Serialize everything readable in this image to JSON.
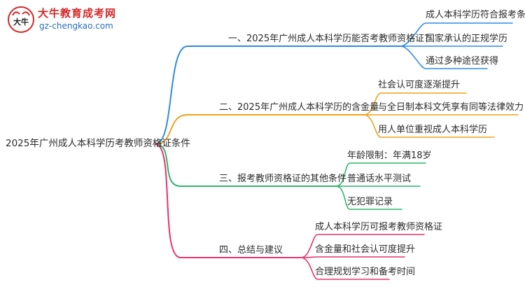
{
  "logo": {
    "name": "大牛教育成考网",
    "site": "gz-chengkao.com",
    "badge_text": "大牛"
  },
  "root": {
    "label": "2025年广州成人本科学历考教师资格证条件"
  },
  "branches": [
    {
      "label": "一、2025年广州成人本科学历能否考教师资格证？",
      "color": "#2f8be0",
      "children": [
        "成人本科学历符合报考条件",
        "国家承认的正规学历",
        "通过多种途径获得"
      ]
    },
    {
      "label": "二、2025年广州成人本科学历的含金量",
      "color": "#f0a21a",
      "children": [
        "社会认可度逐渐提升",
        "与全日制本科文凭享有同等法律效力",
        "用人单位重视成人本科学历"
      ]
    },
    {
      "label": "三、报考教师资格证的其他条件",
      "color": "#2fb56a",
      "children": [
        "年龄限制：年满18岁",
        "普通话水平测试",
        "无犯罪记录"
      ]
    },
    {
      "label": "四、总结与建议",
      "color": "#e8336c",
      "children": [
        "成人本科学历可报考教师资格证",
        "含金量和社会认可度提升",
        "合理规划学习和备考时间"
      ]
    }
  ]
}
